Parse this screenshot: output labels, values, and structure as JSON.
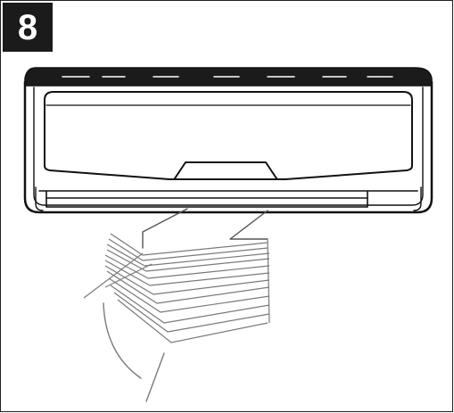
{
  "step": {
    "number": "8"
  },
  "colors": {
    "badge_background": "#1b1b1b",
    "badge_text": "#ffffff",
    "line": "#222222",
    "unit_line": "#111111",
    "airflow_line": "#7a7a7a"
  },
  "illustration": {
    "subject": "air-conditioner-indoor-unit",
    "airflow_direction": "downward"
  }
}
